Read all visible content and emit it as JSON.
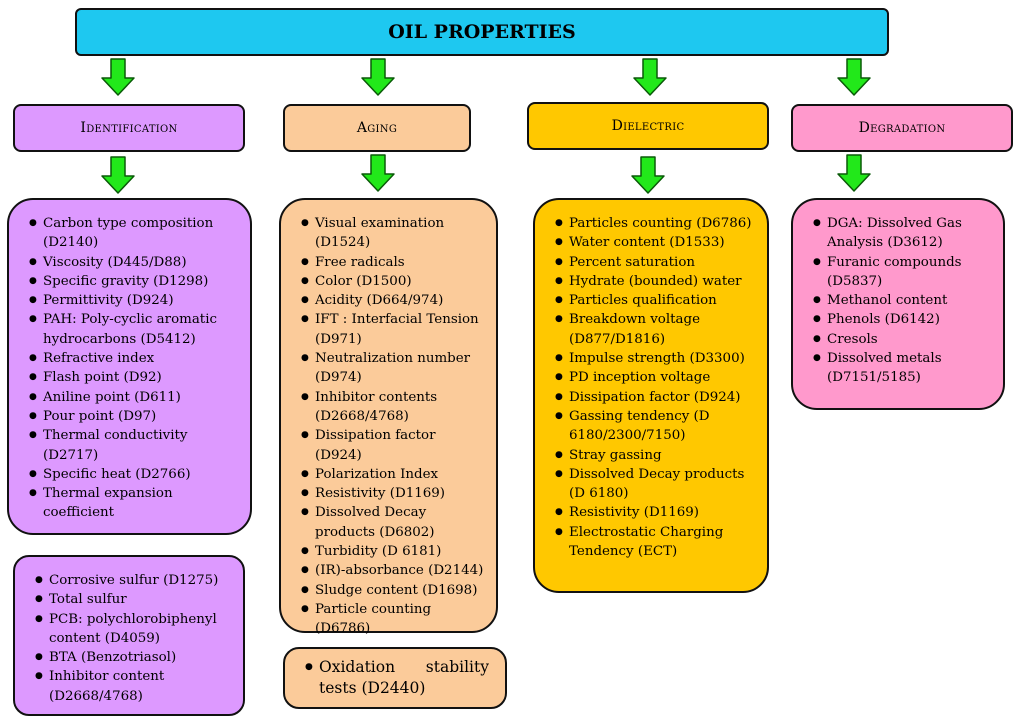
{
  "title": "OIL PROPERTIES",
  "colors": {
    "title_bg": "#1ec8f0",
    "arrow": "#22e81a",
    "identification": "#dd99ff",
    "aging": "#fbcb9a",
    "dielectric": "#ffc800",
    "degradation": "#ff99cc"
  },
  "categories": {
    "identification": {
      "label": "Identification",
      "items": [
        "Carbon type composition (D2140)",
        "Viscosity (D445/D88)",
        "Specific gravity (D1298)",
        "Permittivity (D924)",
        "PAH: Poly-cyclic aromatic hydrocarbons (D5412)",
        "Refractive index",
        "Flash point (D92)",
        "Aniline point (D611)",
        "Pour point (D97)",
        "Thermal conductivity (D2717)",
        "Specific heat (D2766)",
        "Thermal expansion coefficient"
      ],
      "extra_items": [
        "Corrosive sulfur (D1275)",
        "Total sulfur",
        "PCB: polychlorobiphenyl content (D4059)",
        "BTA (Benzotriasol)",
        "Inhibitor content (D2668/4768)"
      ]
    },
    "aging": {
      "label": "Aging",
      "items": [
        "Visual examination (D1524)",
        "Free radicals",
        "Color (D1500)",
        "Acidity (D664/974)",
        "IFT : Interfacial Tension (D971)",
        "Neutralization number (D974)",
        "Inhibitor contents (D2668/4768)",
        "Dissipation factor (D924)",
        "Polarization Index",
        "Resistivity (D1169)",
        "Dissolved Decay products (D6802)",
        "Turbidity (D 6181)",
        "(IR)-absorbance (D2144)",
        "Sludge content (D1698)",
        "Particle counting (D6786)"
      ],
      "extra_items": [
        "Oxidation stability tests (D2440)"
      ]
    },
    "dielectric": {
      "label": "Dielectric",
      "items": [
        "Particles counting (D6786)",
        "Water content (D1533)",
        "Percent saturation",
        "Hydrate (bounded) water",
        "Particles qualification",
        "Breakdown voltage (D877/D1816)",
        "Impulse strength (D3300)",
        "PD inception voltage",
        "Dissipation factor (D924)",
        "Gassing tendency (D 6180/2300/7150)",
        "Stray gassing",
        "Dissolved Decay products (D 6180)",
        "Resistivity (D1169)",
        "Electrostatic Charging Tendency (ECT)"
      ]
    },
    "degradation": {
      "label": "Degradation",
      "items": [
        "DGA: Dissolved Gas Analysis (D3612)",
        "Furanic compounds (D5837)",
        "Methanol content",
        "Phenols (D6142)",
        "Cresols",
        "Dissolved metals (D7151/5185)"
      ]
    }
  }
}
